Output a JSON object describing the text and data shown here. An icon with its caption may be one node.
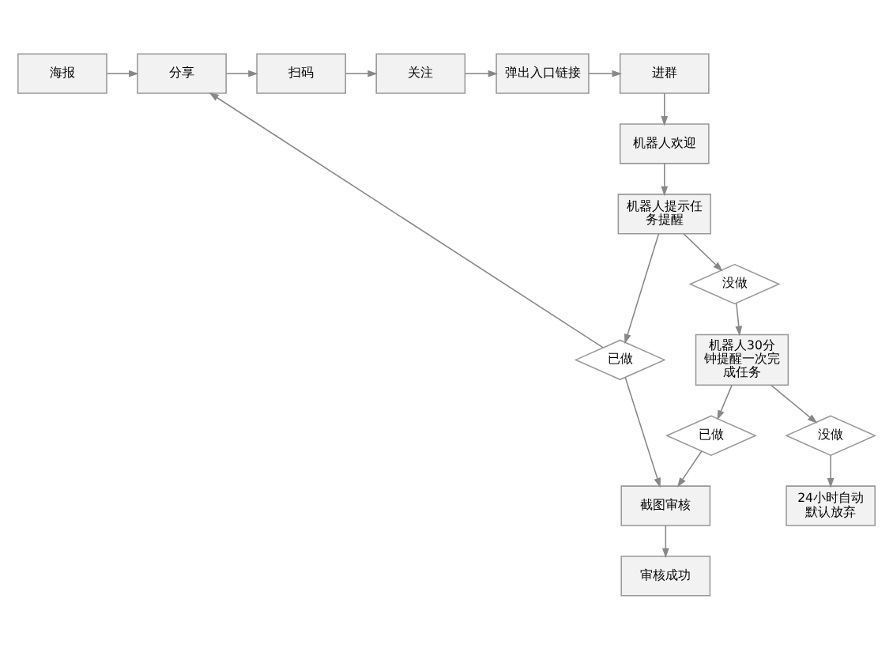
{
  "diagram": {
    "nodes": [
      {
        "text": [
          "海报"
        ]
      },
      {
        "text": [
          "分享"
        ]
      },
      {
        "text": [
          "扫码"
        ]
      },
      {
        "text": [
          "关注"
        ]
      },
      {
        "text": [
          "弹出入口链接"
        ]
      },
      {
        "text": [
          "进群"
        ]
      },
      {
        "text": [
          "机器人欢迎"
        ]
      },
      {
        "text": [
          "机器人提示任务提醒"
        ]
      },
      {
        "text": [
          "已做"
        ]
      },
      {
        "text": [
          "没做"
        ]
      },
      {
        "text": [
          "机器人30分钟提醒一次完成任务"
        ]
      },
      {
        "text": [
          "已做"
        ]
      },
      {
        "text": [
          "没做"
        ]
      },
      {
        "text": [
          "截图审核"
        ]
      },
      {
        "text": [
          "审核成功"
        ]
      },
      {
        "text": [
          "24小时自动默认放弃"
        ]
      }
    ],
    "edges": [
      {
        "from": 0,
        "to": 1,
        "arrow": "to"
      },
      {
        "from": 1,
        "to": 2,
        "arrow": "to"
      },
      {
        "from": 2,
        "to": 3,
        "arrow": "to"
      },
      {
        "from": 3,
        "to": 4,
        "arrow": "to"
      },
      {
        "from": 4,
        "to": 5,
        "arrow": "to"
      },
      {
        "from": 5,
        "to": 6,
        "arrow": "to"
      },
      {
        "from": 6,
        "to": 7,
        "arrow": "to"
      },
      {
        "from": 7,
        "to": 8,
        "arrow": "to"
      },
      {
        "from": 7,
        "to": 9,
        "arrow": "to"
      },
      {
        "from": 8,
        "to": 1,
        "arrow": "to"
      },
      {
        "from": 8,
        "to": 13,
        "arrow": "to"
      },
      {
        "from": 9,
        "to": 10,
        "arrow": "to"
      },
      {
        "from": 10,
        "to": 11,
        "arrow": "to"
      },
      {
        "from": 10,
        "to": 12,
        "arrow": "to"
      },
      {
        "from": 11,
        "to": 13,
        "arrow": "to"
      },
      {
        "from": 12,
        "to": 15,
        "arrow": "to"
      },
      {
        "from": 13,
        "to": 14,
        "arrow": "to"
      }
    ]
  }
}
